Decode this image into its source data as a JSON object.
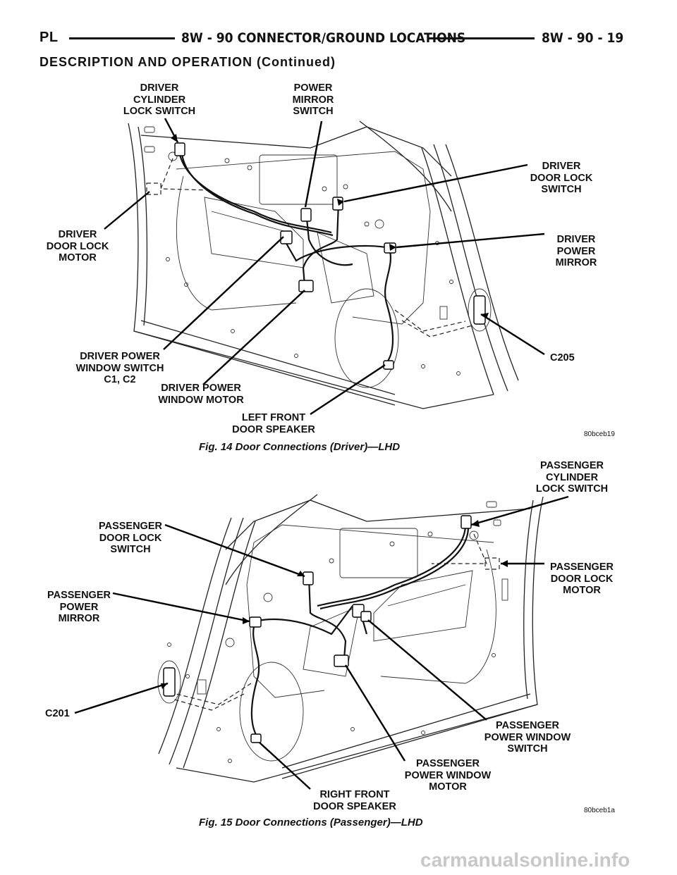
{
  "header": {
    "left": "PL",
    "title": "8W - 90 CONNECTOR/GROUND LOCATIONS",
    "right": "8W - 90 - 19"
  },
  "subheader": "DESCRIPTION AND OPERATION (Continued)",
  "figure14": {
    "caption": "Fig. 14 Door Connections (Driver)—LHD",
    "code": "80bceb19",
    "labels": {
      "cylinder": [
        "DRIVER",
        "CYLINDER",
        "LOCK SWITCH"
      ],
      "mirror_switch": [
        "POWER",
        "MIRROR",
        "SWITCH"
      ],
      "door_lock_switch": [
        "DRIVER",
        "DOOR LOCK",
        "SWITCH"
      ],
      "door_lock_motor": [
        "DRIVER",
        "DOOR LOCK",
        "MOTOR"
      ],
      "power_mirror": [
        "DRIVER",
        "POWER",
        "MIRROR"
      ],
      "window_switch": [
        "DRIVER POWER",
        "WINDOW SWITCH",
        "C1, C2"
      ],
      "window_motor": [
        "DRIVER POWER",
        "WINDOW MOTOR"
      ],
      "speaker": [
        "LEFT FRONT",
        "DOOR SPEAKER"
      ],
      "connector": [
        "C205"
      ]
    }
  },
  "figure15": {
    "caption": "Fig. 15 Door Connections (Passenger)—LHD",
    "code": "80bceb1a",
    "labels": {
      "cylinder": [
        "PASSENGER",
        "CYLINDER",
        "LOCK SWITCH"
      ],
      "door_lock_switch": [
        "PASSENGER",
        "DOOR LOCK",
        "SWITCH"
      ],
      "door_lock_motor": [
        "PASSENGER",
        "DOOR LOCK",
        "MOTOR"
      ],
      "power_mirror": [
        "PASSENGER",
        "POWER",
        "MIRROR"
      ],
      "window_switch": [
        "PASSENGER",
        "POWER WINDOW",
        "SWITCH"
      ],
      "window_motor": [
        "PASSENGER",
        "POWER WINDOW",
        "MOTOR"
      ],
      "speaker": [
        "RIGHT FRONT",
        "DOOR SPEAKER"
      ],
      "connector": [
        "C201"
      ]
    }
  },
  "watermark": "carmanualsonline.info"
}
